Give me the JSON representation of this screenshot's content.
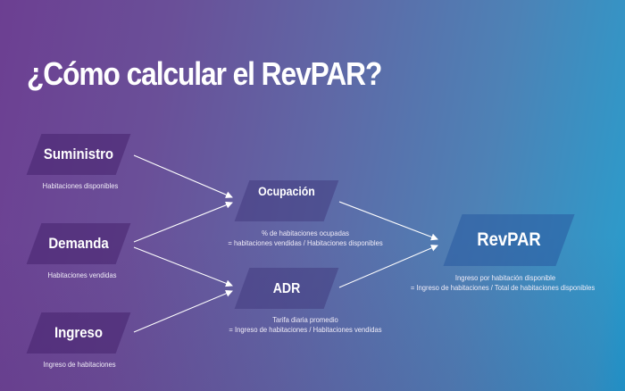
{
  "title": "¿Cómo calcular el RevPAR?",
  "colors": {
    "bg_left": "#6c3f92",
    "bg_right": "#1aa0d2",
    "text": "#ffffff"
  },
  "nodes": {
    "suministro": {
      "label": "Suministro",
      "sub": "Habitaciones disponibles"
    },
    "demanda": {
      "label": "Demanda",
      "sub": "Habitaciones vendidas"
    },
    "ingreso": {
      "label": "Ingreso",
      "sub": "Ingreso de habitaciones"
    },
    "ocupacion": {
      "label": "Ocupación",
      "sub1": "% de habitaciones ocupadas",
      "sub2": "= habitaciones vendidas / Habitaciones disponibles"
    },
    "adr": {
      "label": "ADR",
      "sub1": "Tarifa diaria promedio",
      "sub2": "= Ingreso de habitaciones / Habitaciones vendidas"
    },
    "revpar": {
      "label": "RevPAR",
      "sub1": "Ingreso por habitación disponible",
      "sub2": "= Ingreso de habitaciones / Total de habitaciones disponibles"
    }
  },
  "edges": [
    {
      "from": "Suministro",
      "to": "Ocupación"
    },
    {
      "from": "Demanda",
      "to": "Ocupación"
    },
    {
      "from": "Demanda",
      "to": "ADR"
    },
    {
      "from": "Ingreso",
      "to": "ADR"
    },
    {
      "from": "Ocupación",
      "to": "RevPAR"
    },
    {
      "from": "ADR",
      "to": "RevPAR"
    }
  ]
}
